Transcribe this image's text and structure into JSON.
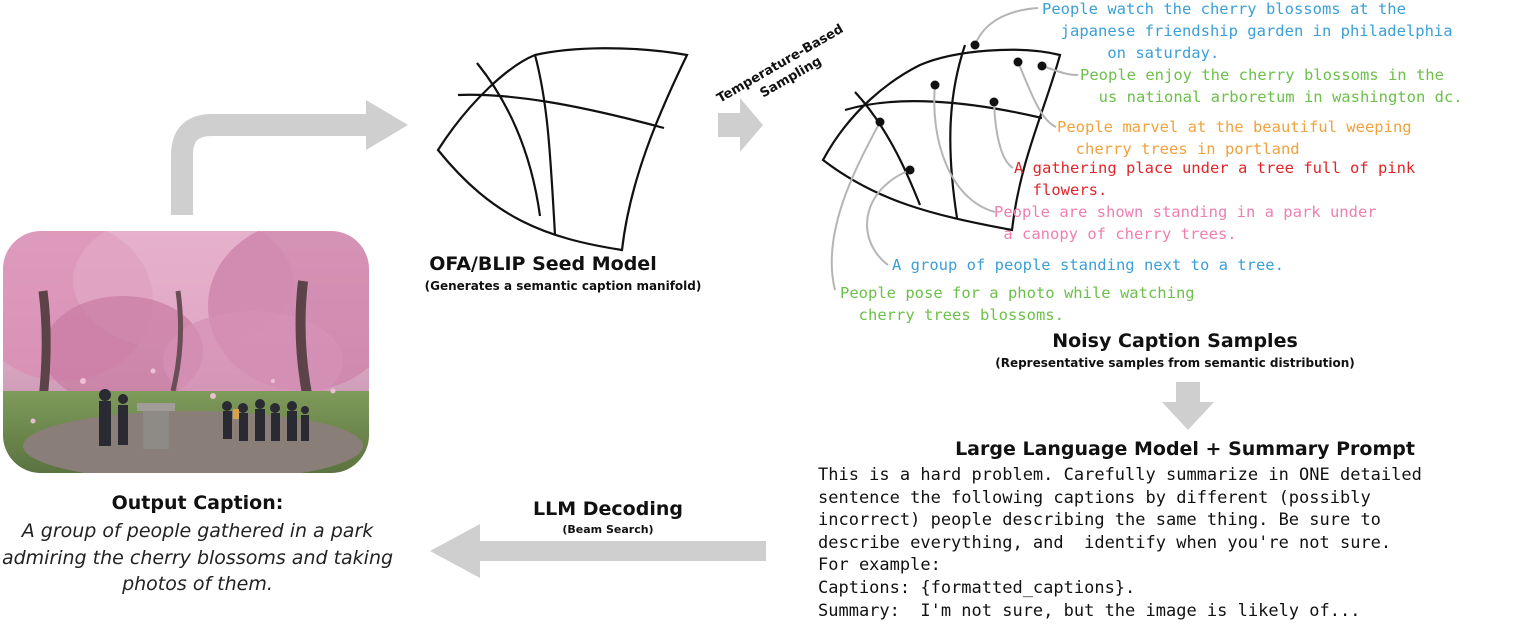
{
  "colors": {
    "arrow": "#cfcfcf",
    "blue": "#3b9fd8",
    "green": "#6cc04a",
    "orange": "#f0a23c",
    "red": "#e0262a",
    "pink": "#ee7fb1",
    "leader": "#b5b5b5"
  },
  "seed_model": {
    "title": "OFA/BLIP Seed Model",
    "subtitle": "(Generates a semantic caption manifold)"
  },
  "sampling_label": {
    "line1": "Temperature-Based",
    "line2": "Sampling"
  },
  "noisy_samples": {
    "title": "Noisy Caption Samples",
    "subtitle": "(Representative samples from  semantic distribution)",
    "captions": [
      {
        "color": "blue",
        "lines": [
          "People watch the cherry blossoms at the",
          "  japanese friendship garden in philadelphia",
          "       on saturday."
        ]
      },
      {
        "color": "green",
        "lines": [
          "People enjoy the cherry blossoms in the",
          "  us national arboretum in washington dc."
        ]
      },
      {
        "color": "orange",
        "lines": [
          "People marvel at the beautiful weeping",
          "  cherry trees in portland"
        ]
      },
      {
        "color": "red",
        "lines": [
          "A gathering place under a tree full of pink",
          "  flowers."
        ]
      },
      {
        "color": "pink",
        "lines": [
          "People are shown standing in a park under",
          " a canopy of cherry trees."
        ]
      },
      {
        "color": "blue",
        "lines": [
          "A group of people standing next to a tree."
        ]
      },
      {
        "color": "green",
        "lines": [
          "People pose for a photo while watching",
          "  cherry trees blossoms."
        ]
      }
    ]
  },
  "llm": {
    "title": "Large Language Model + Summary Prompt",
    "prompt_lines": [
      "This is a hard problem. Carefully summarize in ONE detailed",
      "sentence the following captions by different (possibly",
      "incorrect) people describing the same thing. Be sure to",
      "describe everything, and  identify when you're not sure.",
      "For example:",
      "Captions: {formatted_captions}.",
      "Summary:  I'm not sure, but the image is likely of..."
    ]
  },
  "decoding": {
    "title": "LLM Decoding",
    "subtitle": "(Beam Search)"
  },
  "output": {
    "title": "Output Caption:",
    "body": "A group of people gathered in a park admiring the cherry blossoms and taking photos of them."
  }
}
